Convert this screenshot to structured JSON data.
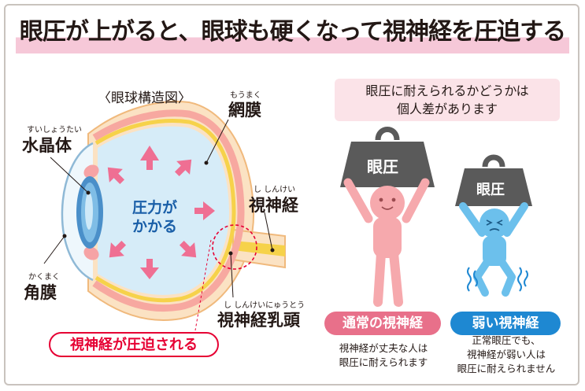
{
  "title": "眼圧が上がると、眼球も硬くなって視神経を圧迫する",
  "diagram": {
    "title": "〈眼球構造図〉",
    "lens": {
      "ruby": "すいしょうたい",
      "label": "水晶体"
    },
    "retina": {
      "ruby": "もうまく",
      "label": "網膜"
    },
    "optic_nerve": {
      "ruby": "し しんけい",
      "label": "視神経"
    },
    "cornea": {
      "ruby": "かくまく",
      "label": "角膜"
    },
    "optic_disc": {
      "ruby": "し しんけいにゅうとう",
      "label": "視神経乳頭"
    },
    "pressure_line1": "圧力が",
    "pressure_line2": "かかる",
    "callout": "視神経が圧迫される"
  },
  "comparison": {
    "note_line1": "眼圧に耐えられるかどうかは",
    "note_line2": "個人差があります",
    "weight_label": "眼圧",
    "normal": {
      "badge": "通常の視神経",
      "caption_line1": "視神経が丈夫な人は",
      "caption_line2": "眼圧に耐えられます"
    },
    "weak": {
      "badge": "弱い視神経",
      "caption_line1": "正常眼圧でも、",
      "caption_line2": "視神経が弱い人は",
      "caption_line3": "眼圧に耐えられません"
    }
  },
  "colors": {
    "pink_accent": "#e8708a",
    "blue_accent": "#1e88d2",
    "red_callout": "#e60033",
    "weight": "#5a5a5a",
    "eye_fill": "#d6ecf8",
    "arrow": "#ef6f93"
  }
}
